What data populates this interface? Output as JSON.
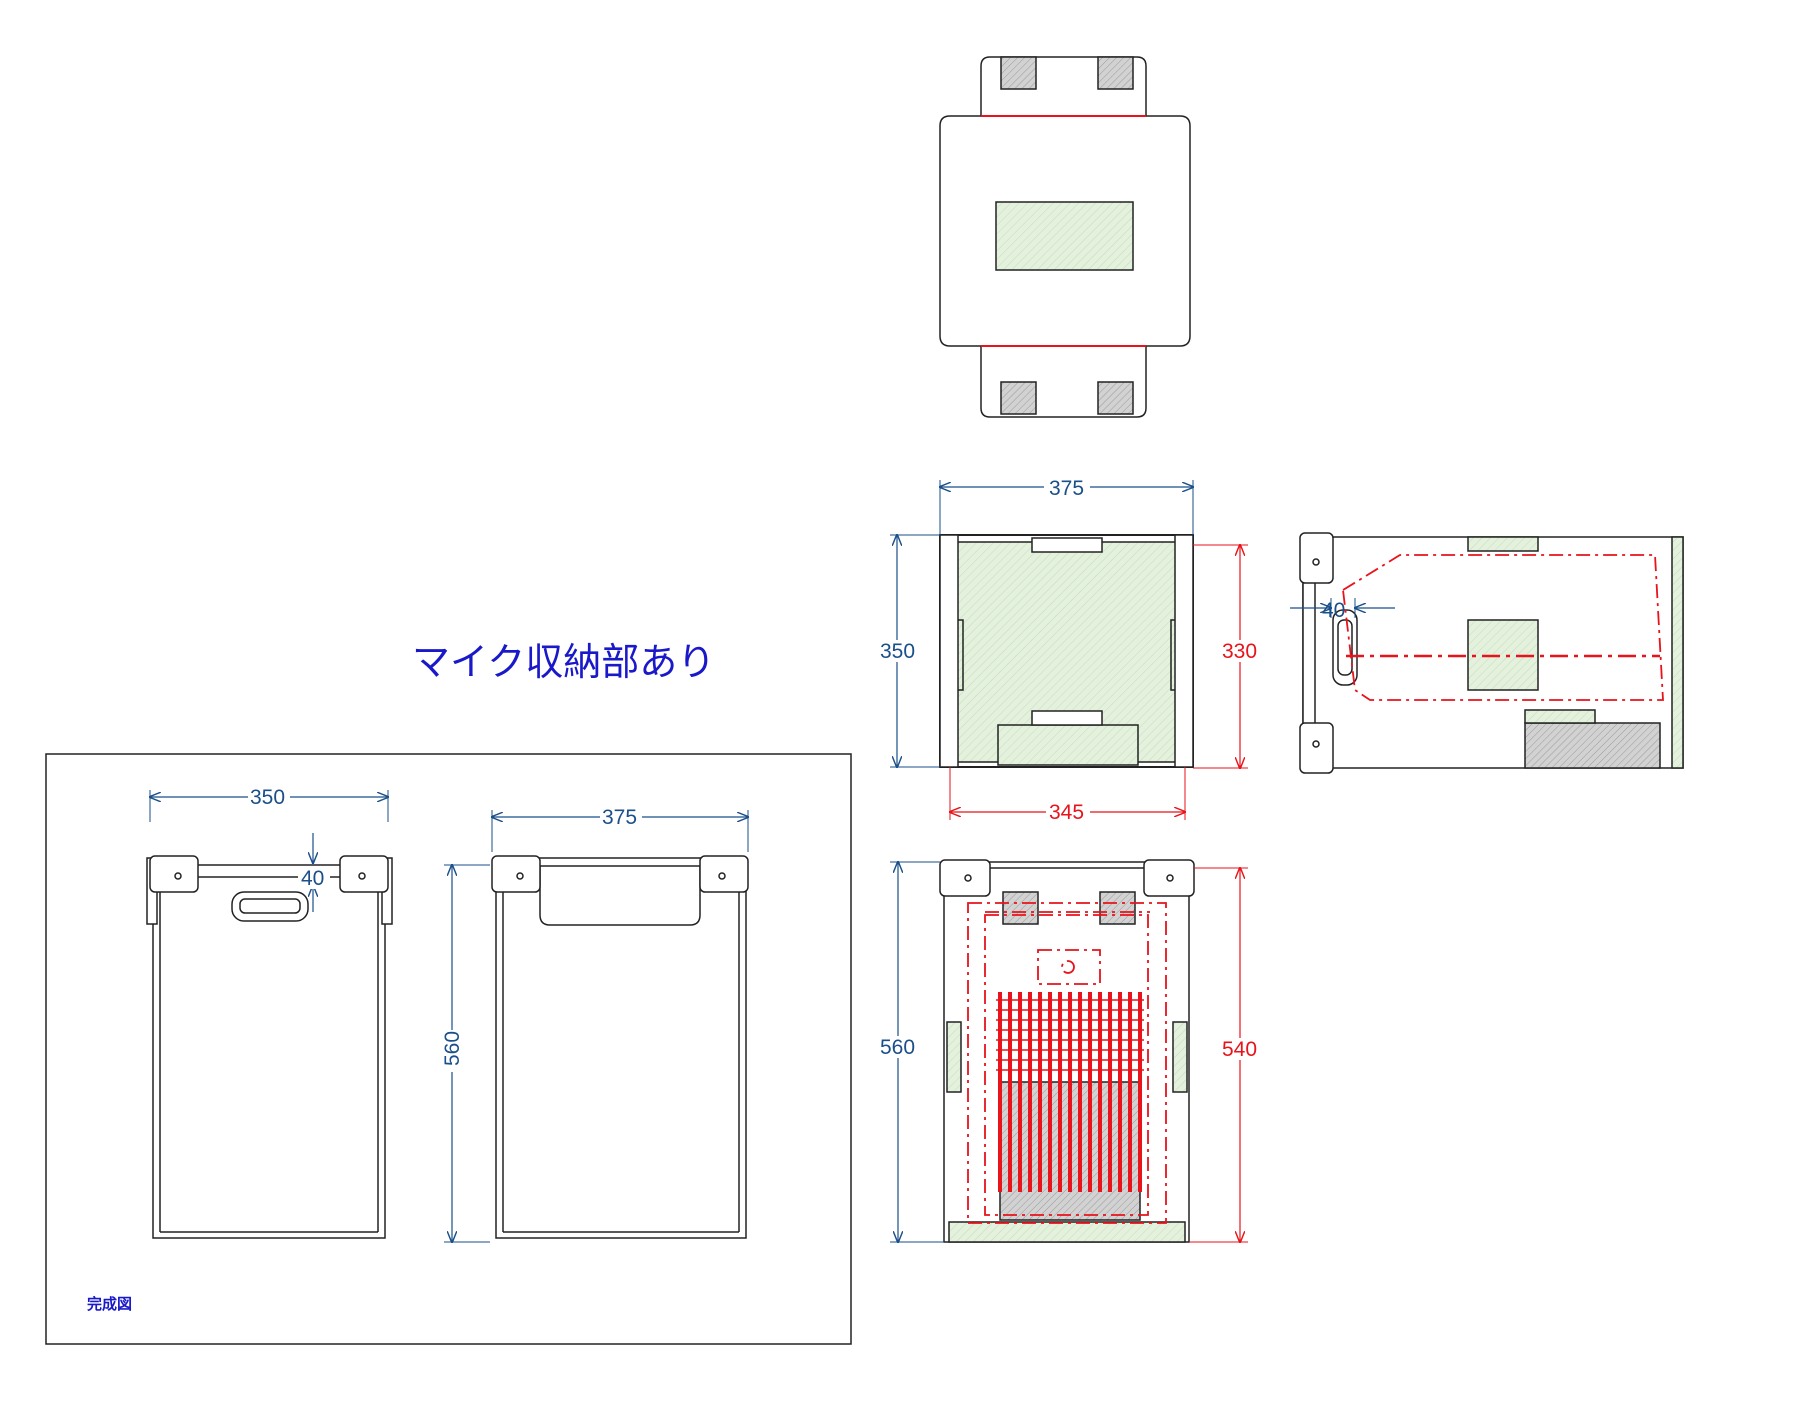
{
  "title": "マイク収納部あり",
  "caption": "完成図",
  "colors": {
    "outline": "#222222",
    "dimension_blue": "#1a4f8a",
    "dimension_red": "#e8131b",
    "title_blue": "#1a19c9",
    "panel_green": "#e3f1dd",
    "pad_gray": "#c8c8c8"
  },
  "dimensions": {
    "top_width": "375",
    "top_depth": "350",
    "top_inner_depth": "330",
    "top_inner_width": "345",
    "side_handle": "40",
    "front_height": "560",
    "front_inner_height": "540",
    "finished_width_a": "350",
    "finished_handle": "40",
    "finished_width_b": "375",
    "finished_height": "560"
  }
}
